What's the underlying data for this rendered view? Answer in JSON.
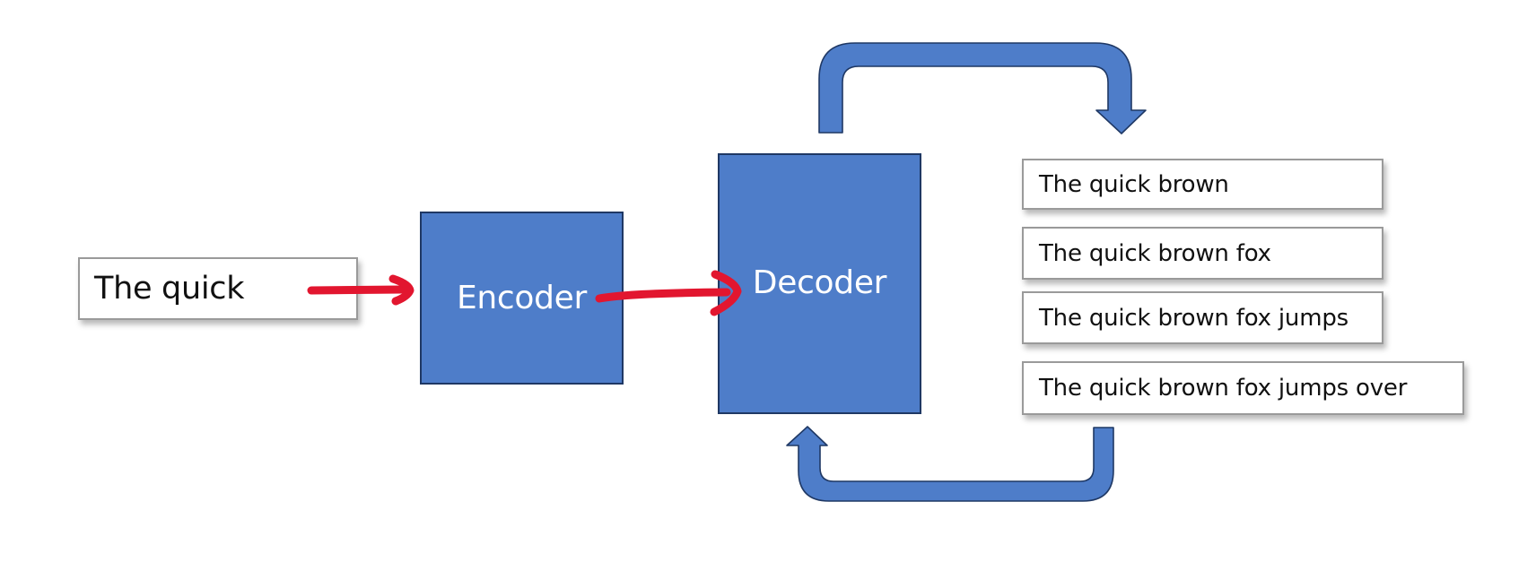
{
  "diagram": {
    "title": "Encoder-Decoder autoregressive text generation",
    "input": {
      "text": "The quick"
    },
    "encoder": {
      "label": "Encoder"
    },
    "decoder": {
      "label": "Decoder"
    },
    "outputs": [
      {
        "text": "The quick brown"
      },
      {
        "text": "The quick brown fox"
      },
      {
        "text": "The quick brown fox jumps"
      },
      {
        "text": "The quick brown fox jumps over"
      }
    ],
    "connections": [
      {
        "from": "input",
        "to": "encoder",
        "style": "red-hand-drawn-arrow"
      },
      {
        "from": "encoder",
        "to": "decoder",
        "style": "red-hand-drawn-arrow"
      },
      {
        "from": "decoder",
        "to": "outputs",
        "style": "blue-u-turn-arrow"
      },
      {
        "from": "outputs",
        "to": "decoder",
        "style": "blue-u-turn-arrow"
      }
    ],
    "colors": {
      "block_fill": "#4e7dc9",
      "block_border": "#1f3864",
      "arrow_blue": "#4e7dc9",
      "arrow_red": "#e2162f",
      "text_box_border": "#9a9a9a",
      "text_dark": "#111111",
      "text_light": "#ffffff",
      "background": "#ffffff"
    }
  }
}
